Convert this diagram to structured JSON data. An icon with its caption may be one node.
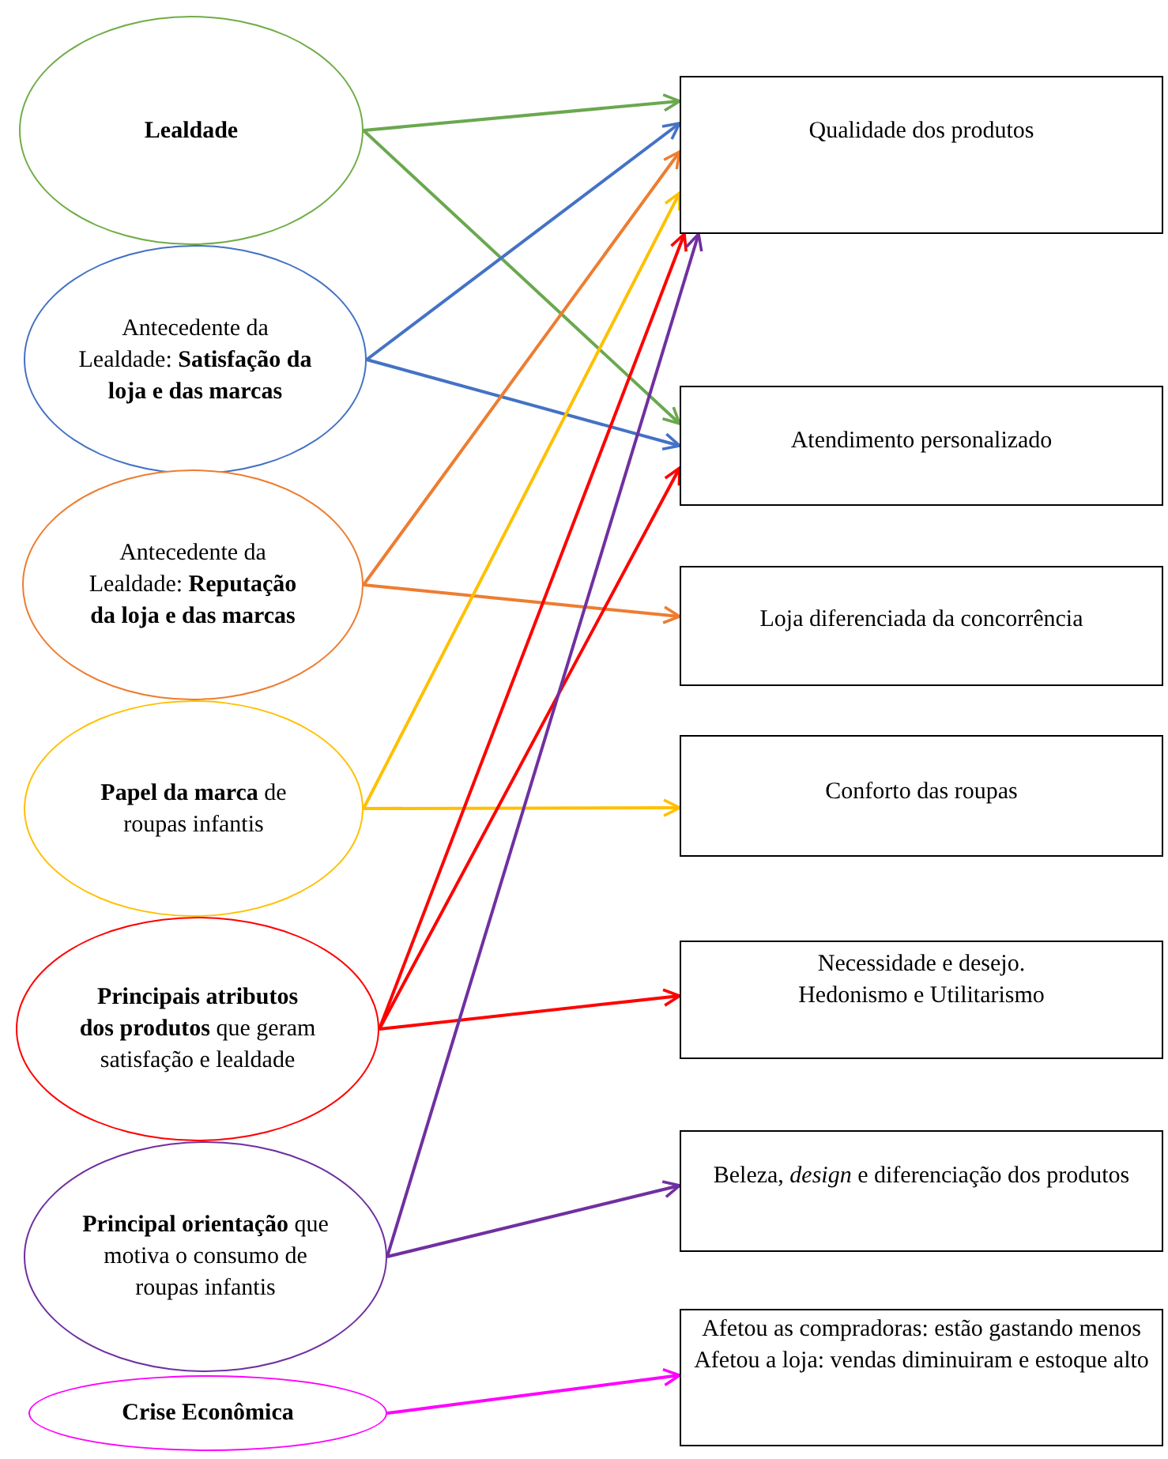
{
  "diagram": {
    "nodes": [
      {
        "text": [
          "Lealdade"
        ]
      },
      {
        "text": [
          "Antecedente da Lealdade: **Satisfação da loja e das marcas**"
        ]
      },
      {
        "text": [
          "Antecedente da Lealdade: **Reputação da loja e das marcas**"
        ]
      },
      {
        "text": [
          "**Papel da marca** de roupas infantis"
        ]
      },
      {
        "text": [
          "**Principais atributos dos produtos** que geram satisfação e lealdade"
        ]
      },
      {
        "text": [
          "**Principal orientação** que motiva o consumo de roupas infantis"
        ]
      },
      {
        "text": [
          "Crise Econômica"
        ]
      },
      {
        "text": [
          "Qualidade dos produtos"
        ]
      },
      {
        "text": [
          "Atendimento personalizado"
        ]
      },
      {
        "text": [
          "Loja diferenciada da concorrência"
        ]
      },
      {
        "text": [
          "Conforto das roupas"
        ]
      },
      {
        "text": [
          "Necessidade e desejo.",
          "Hedonismo e Utilitarismo"
        ]
      },
      {
        "text": [
          "Beleza, *design* e diferenciação dos produtos"
        ]
      },
      {
        "text": [
          "Afetou as compradoras: estão gastando menos",
          "Afetou a loja: vendas diminuiram e estoque alto"
        ]
      }
    ],
    "edges": [
      {
        "from": 0,
        "to": 7,
        "arrow": "to",
        "color": "#6aa84f"
      },
      {
        "from": 0,
        "to": 8,
        "arrow": "to",
        "color": "#6aa84f"
      },
      {
        "from": 1,
        "to": 7,
        "arrow": "to",
        "color": "#4472c4"
      },
      {
        "from": 1,
        "to": 8,
        "arrow": "to",
        "color": "#4472c4"
      },
      {
        "from": 2,
        "to": 7,
        "arrow": "to",
        "color": "#ed7d31"
      },
      {
        "from": 2,
        "to": 9,
        "arrow": "to",
        "color": "#ed7d31"
      },
      {
        "from": 3,
        "to": 7,
        "arrow": "to",
        "color": "#ffc000"
      },
      {
        "from": 3,
        "to": 10,
        "arrow": "to",
        "color": "#ffc000"
      },
      {
        "from": 4,
        "to": 7,
        "arrow": "to",
        "color": "#ff0000"
      },
      {
        "from": 4,
        "to": 8,
        "arrow": "to",
        "color": "#ff0000"
      },
      {
        "from": 4,
        "to": 11,
        "arrow": "to",
        "color": "#ff0000"
      },
      {
        "from": 5,
        "to": 7,
        "arrow": "to",
        "color": "#7030a0"
      },
      {
        "from": 5,
        "to": 12,
        "arrow": "to",
        "color": "#7030a0"
      },
      {
        "from": 6,
        "to": 13,
        "arrow": "to",
        "color": "#ff00ff"
      }
    ]
  }
}
